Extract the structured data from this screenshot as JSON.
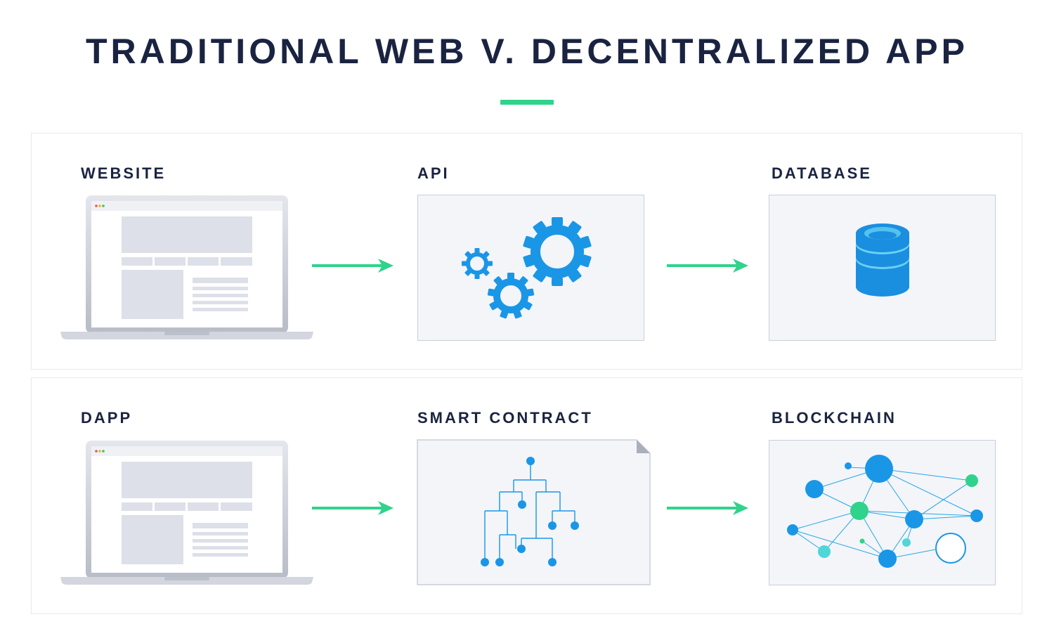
{
  "title": "TRADITIONAL WEB V. DECENTRALIZED APP",
  "rows": [
    {
      "id": "traditional",
      "steps": [
        {
          "label": "WEBSITE",
          "icon": "laptop-icon"
        },
        {
          "label": "API",
          "icon": "gears-icon"
        },
        {
          "label": "DATABASE",
          "icon": "database-icon"
        }
      ]
    },
    {
      "id": "decentralized",
      "steps": [
        {
          "label": "DAPP",
          "icon": "laptop-icon"
        },
        {
          "label": "SMART CONTRACT",
          "icon": "circuit-tree-icon"
        },
        {
          "label": "BLOCKCHAIN",
          "icon": "network-graph-icon"
        }
      ]
    }
  ],
  "colors": {
    "title": "#1a2340",
    "accent_green": "#2fd38b",
    "icon_blue": "#1a96e6",
    "node_green": "#2fd38b",
    "node_cyan": "#4fd6d8",
    "box_fill": "#f3f5f9",
    "box_border": "#c9cfd8"
  }
}
